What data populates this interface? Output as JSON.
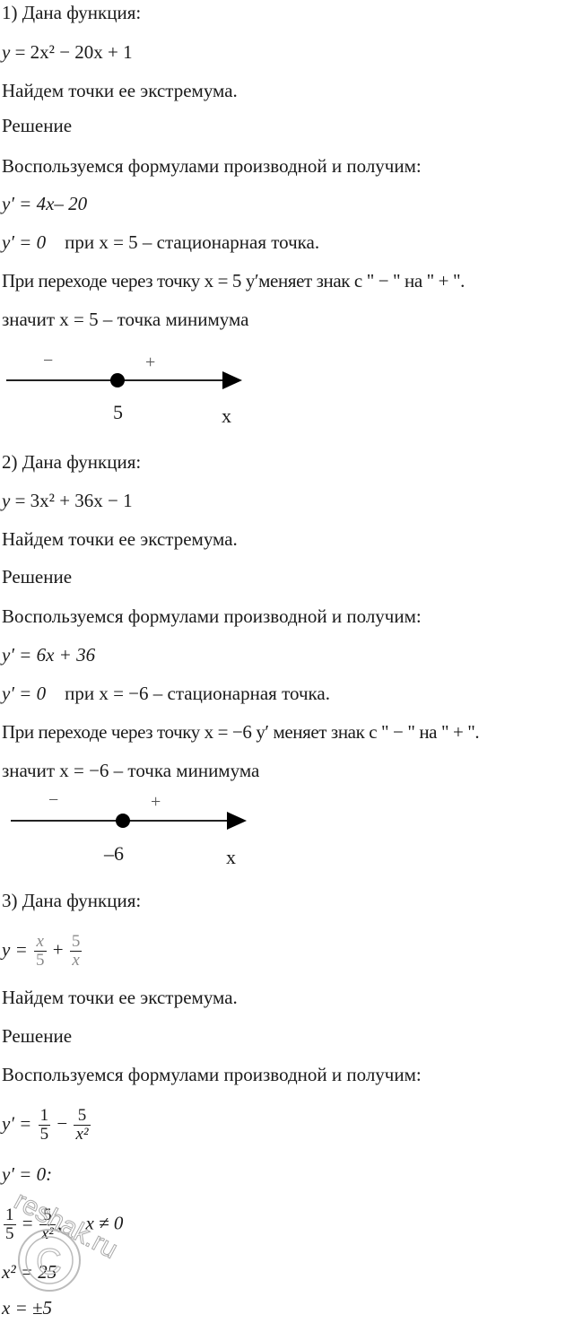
{
  "problems": [
    {
      "header": "1) Дана функция:",
      "function": {
        "lhs": "y",
        "rhs": "= 2x² − 20x + 1",
        "coef_a": "2",
        "coef_b": "20",
        "const": "1"
      },
      "task": "Найдем точки ее экстремума.",
      "solution_label": "Решение",
      "derivative_intro": "Воспользуемся формулами производной и получим:",
      "derivative": "y′ = 4x– 20",
      "stationary": {
        "eq": "y′ = 0",
        "cond": "при x = 5",
        "note": "–  стационарная точка."
      },
      "sign_change": "При переходе через  точку  x = 5   y′меняет знак с \" − \"  на \" + \".",
      "conclusion": "значит x = 5 –  точка минимума",
      "number_line": {
        "left_sign": "−",
        "right_sign": "+",
        "point_label": "5",
        "axis_label": "x"
      }
    },
    {
      "header": "2) Дана функция:",
      "function": {
        "lhs": "y",
        "rhs": "= 3x² + 36x − 1"
      },
      "task": "Найдем точки ее экстремума.",
      "solution_label": "Решение",
      "derivative_intro": "Воспользуемся формулами производной и получим:",
      "derivative": "y′ = 6x + 36",
      "stationary": {
        "eq": "y′ = 0",
        "cond": "при x = −6",
        "note": "–  стационарная точка."
      },
      "sign_change": "При переходе через точку x = −6   y′ меняет знак с \" − \" на \" + \".",
      "conclusion": "значит x = −6 –  точка минимума",
      "number_line": {
        "left_sign": "−",
        "right_sign": "+",
        "point_label": "–6",
        "axis_label": "x"
      }
    },
    {
      "header": "3) Дана функция:",
      "function": {
        "lhs": "y =",
        "frac1_num": "x",
        "frac1_den": "5",
        "plus": "+",
        "frac2_num": "5",
        "frac2_den": "x"
      },
      "task": "Найдем точки ее экстремума.",
      "solution_label": "Решение",
      "derivative_intro": "Воспользуемся формулами производной и получим:",
      "derivative": {
        "lhs": "y′ =",
        "frac1_num": "1",
        "frac1_den": "5",
        "minus": "−",
        "frac2_num": "5",
        "frac2_den": "x²"
      },
      "set_zero": "y′ = 0:",
      "equation": {
        "frac1_num": "1",
        "frac1_den": "5",
        "eq": "=",
        "frac2_num": "5",
        "frac2_den": "x²",
        "sep": ",",
        "cond": "x ≠ 0"
      },
      "step_square": "x² = 25",
      "step_roots": "x = ±5"
    }
  ],
  "watermark": {
    "text": "reshak.ru",
    "symbol": "©"
  }
}
